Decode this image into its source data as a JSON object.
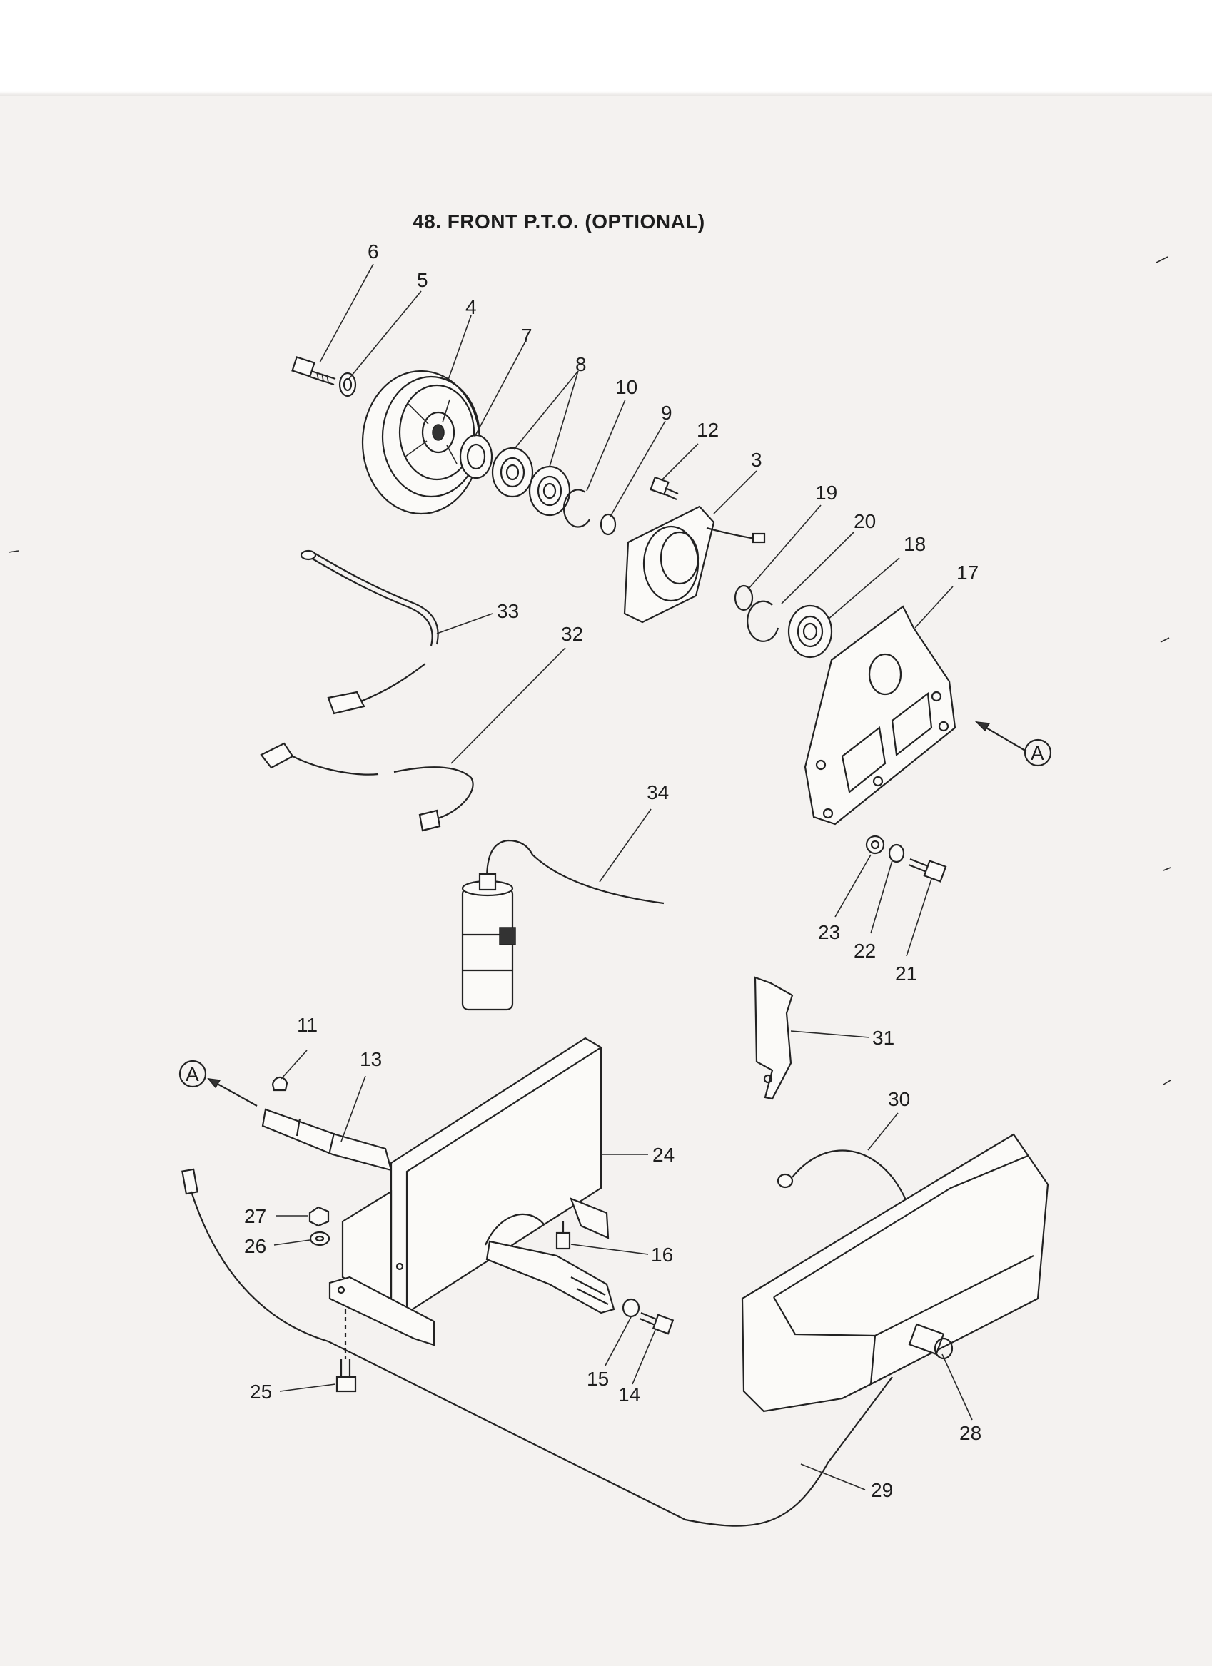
{
  "title": "48.   FRONT P.T.O. (OPTIONAL)",
  "ref_marker": "A",
  "callouts": [
    "6",
    "5",
    "4",
    "7",
    "8",
    "10",
    "9",
    "12",
    "3",
    "19",
    "20",
    "18",
    "17",
    "33",
    "32",
    "34",
    "23",
    "22",
    "21",
    "11",
    "13",
    "31",
    "30",
    "24",
    "27",
    "26",
    "16",
    "25",
    "15",
    "14",
    "28",
    "29"
  ],
  "colors": {
    "paper": "#f4f2f0",
    "ink": "#222222"
  }
}
